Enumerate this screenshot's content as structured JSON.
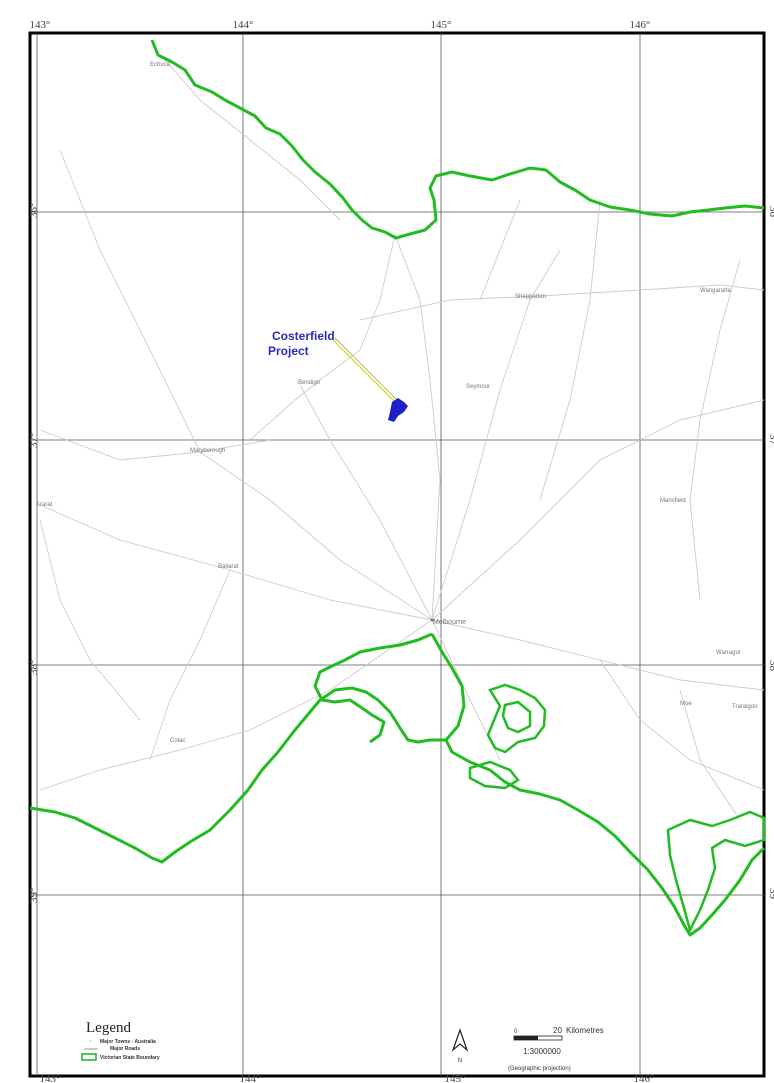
{
  "map": {
    "longitude_labels": [
      "143°",
      "144°",
      "145°",
      "146°"
    ],
    "latitude_labels": [
      "36°",
      "37°",
      "38°",
      "39°"
    ],
    "colors": {
      "boundary": "#22bb22",
      "coastline": "#22bb22",
      "roads": "#c8c8c8",
      "grid": "#333333",
      "project": "#1f1fc8",
      "frame": "#000000"
    }
  },
  "project": {
    "label_line1": "Costerfield",
    "label_line2": "Project"
  },
  "towns": {
    "echuca": "Echuca",
    "shepparton": "Shepparton",
    "wangaratta": "Wangaratta",
    "bendigo": "Bendigo",
    "seymour": "Seymour",
    "maryborough": "Maryborough",
    "ararat": "Ararat",
    "ballarat": "Ballarat",
    "mansfield": "Mansfield",
    "melbourne": "Melbourne",
    "warragul": "Warragul",
    "moe": "Moe",
    "traralgon": "Traralgon",
    "colac": "Colac"
  },
  "legend": {
    "title": "Legend",
    "item_towns_line1": "Major Towns - Australia",
    "item_towns_line2": "Major Roads",
    "item_boundary": "Victorian State Boundary"
  },
  "north_arrow": {
    "label": "N"
  },
  "scale_bar": {
    "start": "0",
    "end": "20",
    "unit": "Kilometres",
    "ratio": "1:3000000",
    "projection": "(Geographic projection)"
  }
}
